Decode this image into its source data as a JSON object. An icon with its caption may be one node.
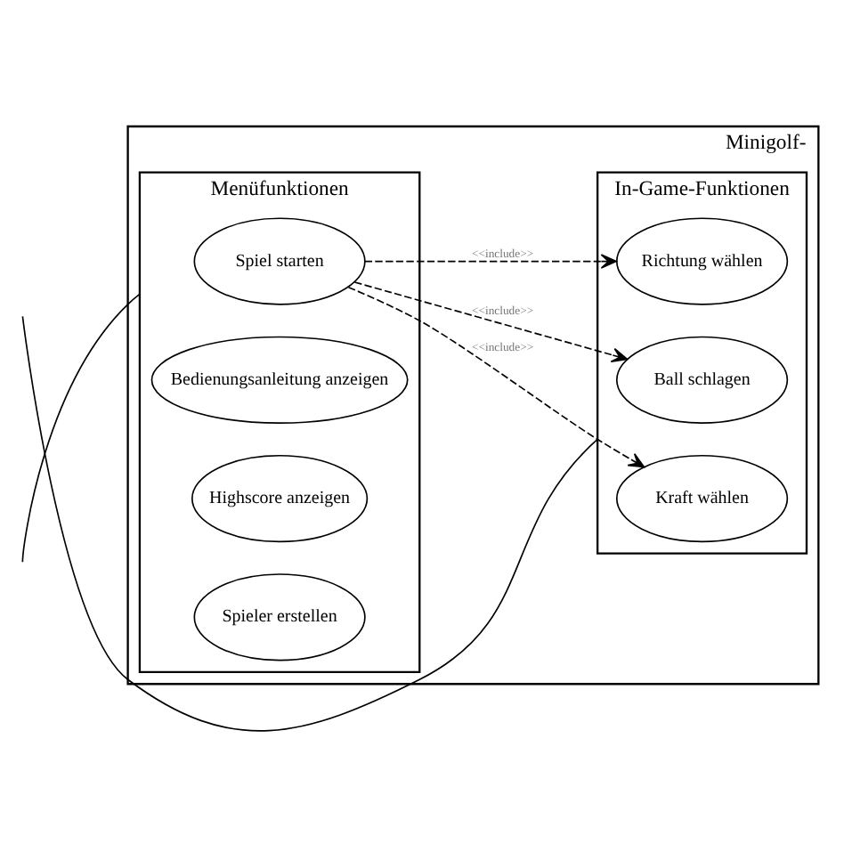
{
  "diagram": {
    "nodes": [
      {
        "text": [
          "Minigolf-"
        ]
      },
      {
        "text": [
          "Menüfunktionen"
        ],
        "in": 0
      },
      {
        "text": [
          "Spiel starten"
        ],
        "in": 1
      },
      {
        "text": [
          "Spieler erstellen"
        ],
        "in": 1
      },
      {
        "text": [
          "Bedienungsanleitung anzeigen"
        ],
        "in": 1
      },
      {
        "text": [
          "Highscore anzeigen"
        ],
        "in": 1
      },
      {
        "text": [
          "In-Game-Funktionen"
        ],
        "in": 0
      },
      {
        "text": [
          "Ball schlagen"
        ],
        "in": 6
      },
      {
        "text": [
          "Richtung wählen"
        ],
        "in": 6
      },
      {
        "text": [
          "Kraft wählen"
        ],
        "in": 6
      }
    ],
    "edges": [
      {
        "from": 2,
        "to": 7,
        "arrow": "to",
        "label": "<<include>>",
        "style": "dashed"
      },
      {
        "from": 2,
        "to": 8,
        "arrow": "to",
        "label": "<<include>>",
        "style": "dashed"
      },
      {
        "from": 2,
        "to": 9,
        "arrow": "to",
        "label": "<<include>>",
        "style": "dashed"
      },
      {
        "from": null,
        "to": 6,
        "arrow": "none"
      },
      {
        "from": null,
        "to": 1,
        "arrow": "none"
      }
    ]
  }
}
